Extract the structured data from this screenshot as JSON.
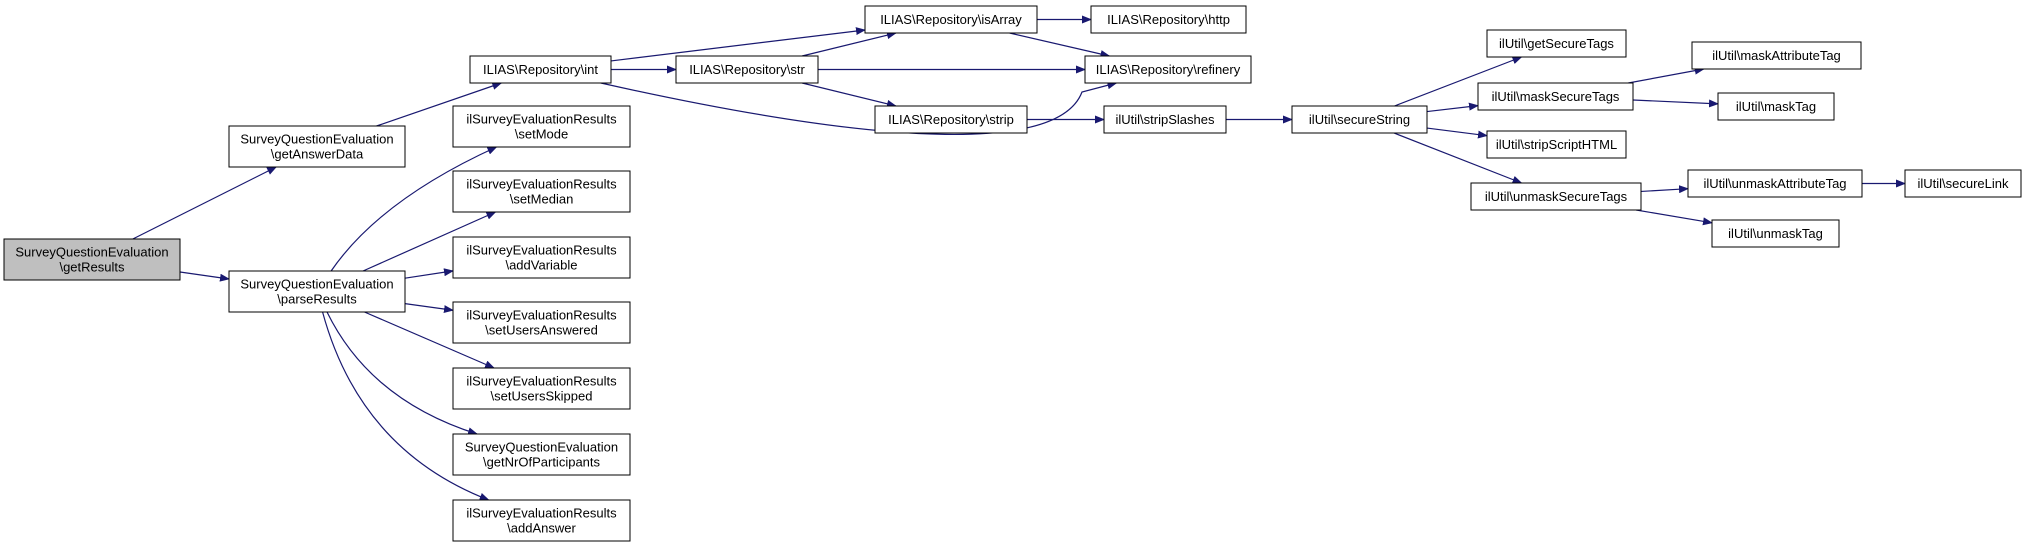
{
  "graph": {
    "colors": {
      "node_fill": "#ffffff",
      "node_root_fill": "#bfbfbf",
      "node_border": "#000000",
      "edge": "#191970"
    },
    "nodes": [
      {
        "id": "getResults",
        "lines": [
          "SurveyQuestionEvaluation",
          "\\getResults"
        ],
        "root": true
      },
      {
        "id": "getAnswerData",
        "lines": [
          "SurveyQuestionEvaluation",
          "\\getAnswerData"
        ]
      },
      {
        "id": "parseResults",
        "lines": [
          "SurveyQuestionEvaluation",
          "\\parseResults"
        ]
      },
      {
        "id": "repoInt",
        "lines": [
          "ILIAS\\Repository\\int"
        ]
      },
      {
        "id": "setMode",
        "lines": [
          "ilSurveyEvaluationResults",
          "\\setMode"
        ]
      },
      {
        "id": "setMedian",
        "lines": [
          "ilSurveyEvaluationResults",
          "\\setMedian"
        ]
      },
      {
        "id": "addVariable",
        "lines": [
          "ilSurveyEvaluationResults",
          "\\addVariable"
        ]
      },
      {
        "id": "setUsersAnswered",
        "lines": [
          "ilSurveyEvaluationResults",
          "\\setUsersAnswered"
        ]
      },
      {
        "id": "setUsersSkipped",
        "lines": [
          "ilSurveyEvaluationResults",
          "\\setUsersSkipped"
        ]
      },
      {
        "id": "getNrOfParticipants",
        "lines": [
          "SurveyQuestionEvaluation",
          "\\getNrOfParticipants"
        ]
      },
      {
        "id": "addAnswer",
        "lines": [
          "ilSurveyEvaluationResults",
          "\\addAnswer"
        ]
      },
      {
        "id": "repoIsArray",
        "lines": [
          "ILIAS\\Repository\\isArray"
        ]
      },
      {
        "id": "repoStr",
        "lines": [
          "ILIAS\\Repository\\str"
        ]
      },
      {
        "id": "repoStrip",
        "lines": [
          "ILIAS\\Repository\\strip"
        ]
      },
      {
        "id": "repoHttp",
        "lines": [
          "ILIAS\\Repository\\http"
        ]
      },
      {
        "id": "repoRefinery",
        "lines": [
          "ILIAS\\Repository\\refinery"
        ]
      },
      {
        "id": "stripSlashes",
        "lines": [
          "ilUtil\\stripSlashes"
        ]
      },
      {
        "id": "secureString",
        "lines": [
          "ilUtil\\secureString"
        ]
      },
      {
        "id": "getSecureTags",
        "lines": [
          "ilUtil\\getSecureTags"
        ]
      },
      {
        "id": "maskSecureTags",
        "lines": [
          "ilUtil\\maskSecureTags"
        ]
      },
      {
        "id": "stripScriptHTML",
        "lines": [
          "ilUtil\\stripScriptHTML"
        ]
      },
      {
        "id": "unmaskSecureTags",
        "lines": [
          "ilUtil\\unmaskSecureTags"
        ]
      },
      {
        "id": "maskAttributeTag",
        "lines": [
          "ilUtil\\maskAttributeTag"
        ]
      },
      {
        "id": "maskTag",
        "lines": [
          "ilUtil\\maskTag"
        ]
      },
      {
        "id": "unmaskAttributeTag",
        "lines": [
          "ilUtil\\unmaskAttributeTag"
        ]
      },
      {
        "id": "unmaskTag",
        "lines": [
          "ilUtil\\unmaskTag"
        ]
      },
      {
        "id": "secureLink",
        "lines": [
          "ilUtil\\secureLink"
        ]
      }
    ],
    "edges": [
      {
        "from": "getResults",
        "to": "getAnswerData"
      },
      {
        "from": "getResults",
        "to": "parseResults"
      },
      {
        "from": "getAnswerData",
        "to": "repoInt"
      },
      {
        "from": "parseResults",
        "to": "setMode"
      },
      {
        "from": "parseResults",
        "to": "setMedian"
      },
      {
        "from": "parseResults",
        "to": "addVariable"
      },
      {
        "from": "parseResults",
        "to": "setUsersAnswered"
      },
      {
        "from": "parseResults",
        "to": "setUsersSkipped"
      },
      {
        "from": "parseResults",
        "to": "getNrOfParticipants"
      },
      {
        "from": "parseResults",
        "to": "addAnswer"
      },
      {
        "from": "repoInt",
        "to": "repoIsArray"
      },
      {
        "from": "repoInt",
        "to": "repoStr"
      },
      {
        "from": "repoInt",
        "to": "repoRefinery"
      },
      {
        "from": "repoIsArray",
        "to": "repoHttp"
      },
      {
        "from": "repoIsArray",
        "to": "repoRefinery"
      },
      {
        "from": "repoStr",
        "to": "repoIsArray"
      },
      {
        "from": "repoStr",
        "to": "repoRefinery"
      },
      {
        "from": "repoStr",
        "to": "repoStrip"
      },
      {
        "from": "repoStrip",
        "to": "stripSlashes"
      },
      {
        "from": "stripSlashes",
        "to": "secureString"
      },
      {
        "from": "secureString",
        "to": "getSecureTags"
      },
      {
        "from": "secureString",
        "to": "maskSecureTags"
      },
      {
        "from": "secureString",
        "to": "stripScriptHTML"
      },
      {
        "from": "secureString",
        "to": "unmaskSecureTags"
      },
      {
        "from": "maskSecureTags",
        "to": "maskAttributeTag"
      },
      {
        "from": "maskSecureTags",
        "to": "maskTag"
      },
      {
        "from": "unmaskSecureTags",
        "to": "unmaskAttributeTag"
      },
      {
        "from": "unmaskSecureTags",
        "to": "unmaskTag"
      },
      {
        "from": "unmaskAttributeTag",
        "to": "secureLink"
      }
    ]
  }
}
